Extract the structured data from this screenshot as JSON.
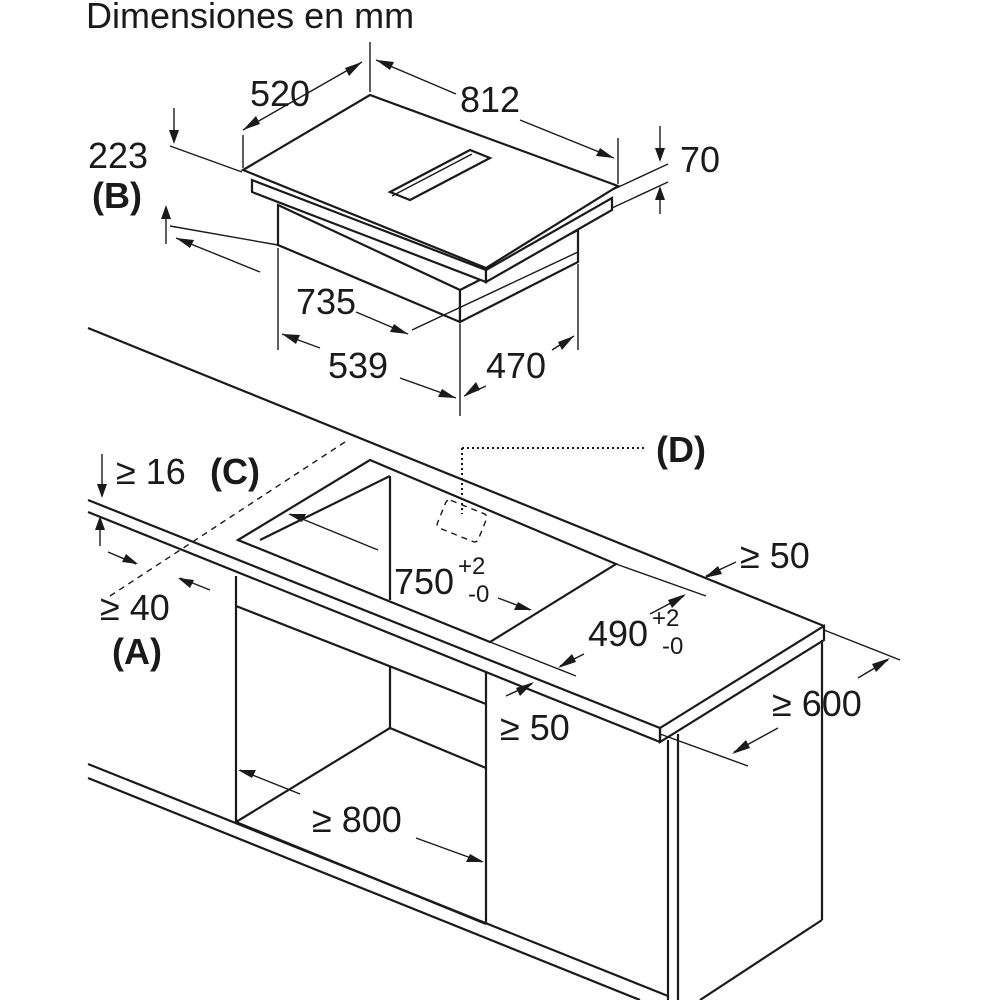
{
  "title": "Dimensiones en mm",
  "hob": {
    "depth": "520",
    "width": "812",
    "height": "70",
    "total_height": "223",
    "label_b": "(B)",
    "body_width": "735",
    "body_front": "539",
    "body_depth": "470"
  },
  "worktop": {
    "min_thickness": "≥ 16",
    "label_c": "(C)",
    "min_front": "≥ 40",
    "label_a": "(A)",
    "cutout_width": "750",
    "cutout_width_tol_plus": "+2",
    "cutout_width_tol_minus": "-0",
    "cutout_depth": "490",
    "cutout_depth_tol_plus": "+2",
    "cutout_depth_tol_minus": "-0",
    "min_back": "≥ 50",
    "min_side": "≥ 50",
    "min_depth": "≥ 600",
    "label_d": "(D)",
    "cabinet_width": "≥ 800"
  }
}
